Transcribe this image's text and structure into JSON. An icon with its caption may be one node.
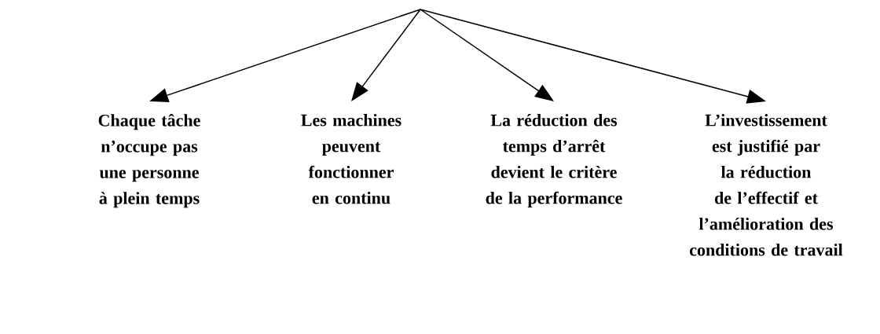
{
  "diagram": {
    "nodes": [
      {
        "text": [
          "Chaque tâche n’occupe pas une personne à plein temps"
        ]
      },
      {
        "text": [
          "Les machines peuvent fonctionner en continu"
        ]
      },
      {
        "text": [
          "La réduction des temps d’arrêt devient le critère de la performance"
        ]
      },
      {
        "text": [
          "L’investissement est justifié par la réduction de l’effectif et l’amélioration des conditions de travail"
        ]
      }
    ],
    "edges": [
      {
        "from": null,
        "to": 0,
        "arrow": "to"
      },
      {
        "from": null,
        "to": 1,
        "arrow": "to"
      },
      {
        "from": null,
        "to": 2,
        "arrow": "to"
      },
      {
        "from": null,
        "to": 3,
        "arrow": "to"
      }
    ]
  }
}
